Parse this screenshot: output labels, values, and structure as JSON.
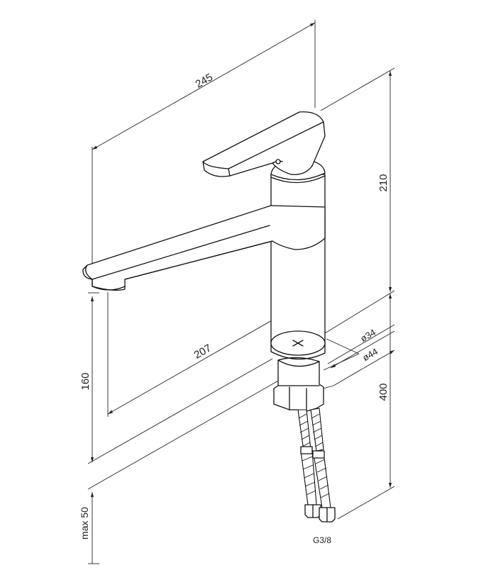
{
  "dimensions": {
    "overall_length": "245",
    "height_to_top": "210",
    "spout_reach": "207",
    "spout_height": "160",
    "hose_length": "400",
    "max_deck_thickness": "max 50",
    "hole_diameter": "ø34",
    "base_diameter": "ø44",
    "hose_thread": "G3/8"
  },
  "colors": {
    "line": "#111111",
    "background": "#ffffff"
  }
}
